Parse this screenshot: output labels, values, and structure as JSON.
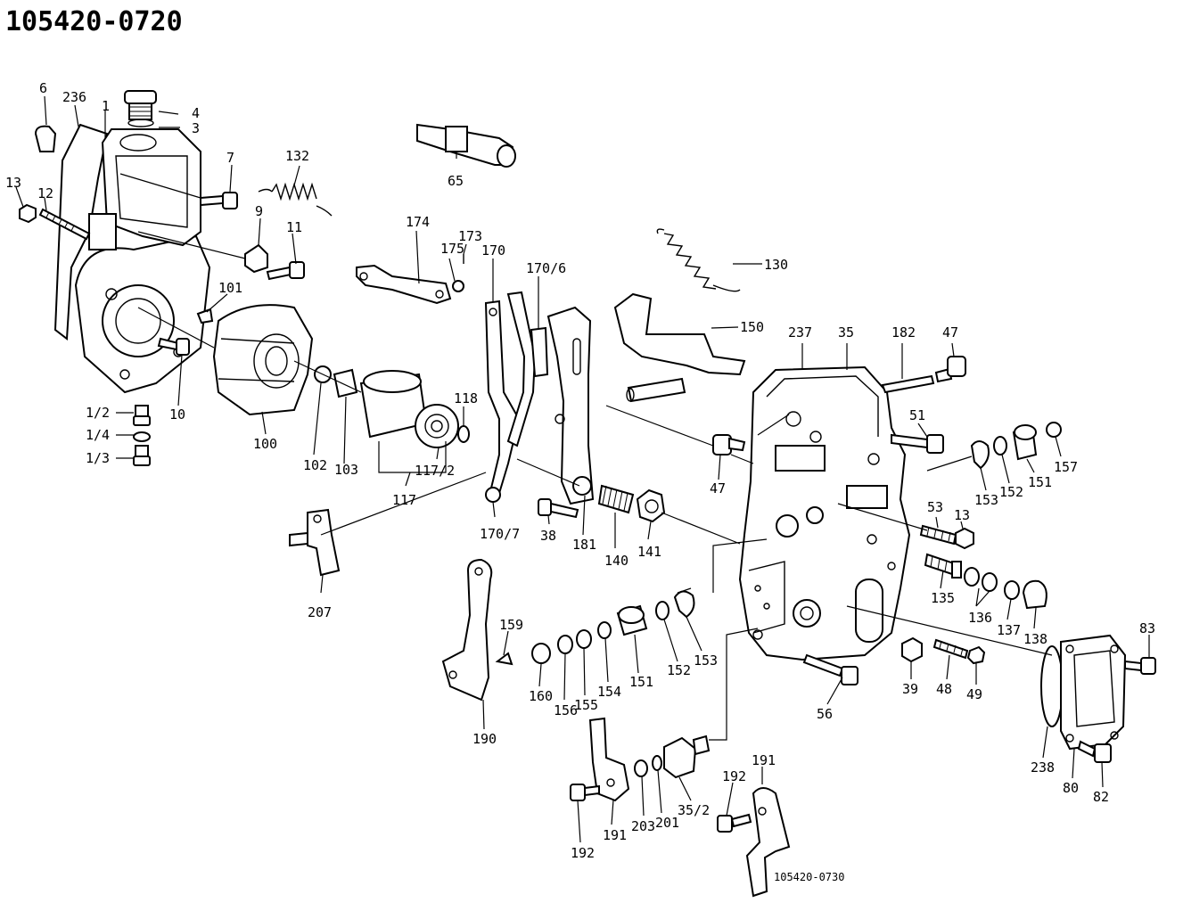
{
  "drawing_number": "105420-0720",
  "footer_code": "105420-0730",
  "labels": {
    "p6": "6",
    "p236": "236",
    "p1": "1",
    "p4": "4",
    "p3": "3",
    "p7": "7",
    "p13a": "13",
    "p12": "12",
    "p9": "9",
    "p11": "11",
    "p132": "132",
    "p101": "101",
    "p10": "10",
    "p1_2": "1/2",
    "p1_4": "1/4",
    "p1_3": "1/3",
    "p100": "100",
    "p102": "102",
    "p103": "103",
    "p117_2": "117/2",
    "p117": "117",
    "p118": "118",
    "p174": "174",
    "p175": "175",
    "p173": "173",
    "p170": "170",
    "p170_6": "170/6",
    "p170_7": "170/7",
    "p65": "65",
    "p130": "130",
    "p150": "150",
    "p181": "181",
    "p38": "38",
    "p140": "140",
    "p141": "141",
    "p207": "207",
    "p237": "237",
    "p35": "35",
    "p182": "182",
    "p47a": "47",
    "p47b": "47",
    "p51": "51",
    "p153a": "153",
    "p152a": "152",
    "p151a": "151",
    "p157": "157",
    "p53": "53",
    "p13b": "13",
    "p135": "135",
    "p136": "136",
    "p137": "137",
    "p138": "138",
    "p159": "159",
    "p190": "190",
    "p160": "160",
    "p156": "156",
    "p155": "155",
    "p154": "154",
    "p151b": "151",
    "p152b": "152",
    "p153b": "153",
    "p56": "56",
    "p39": "39",
    "p48": "48",
    "p49": "49",
    "p83": "83",
    "p238": "238",
    "p80": "80",
    "p82": "82",
    "p192a": "192",
    "p191a": "191",
    "p203": "203",
    "p201": "201",
    "p35_2": "35/2",
    "p192b": "192",
    "p191b": "191"
  }
}
